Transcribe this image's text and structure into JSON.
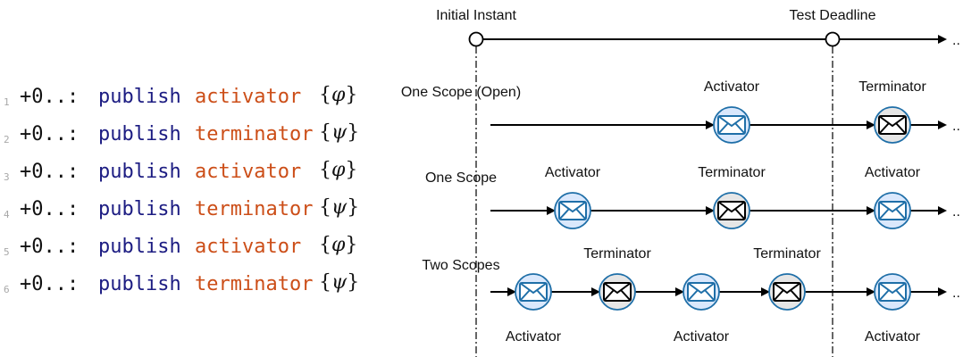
{
  "timeline": {
    "initial_label": "Initial Instant",
    "deadline_label": "Test Deadline"
  },
  "code": {
    "lines": [
      {
        "number": "1",
        "time": "+0..:",
        "keyword": "publish",
        "topic": "activator",
        "formula": "φ"
      },
      {
        "number": "2",
        "time": "+0..:",
        "keyword": "publish",
        "topic": "terminator",
        "formula": "ψ"
      },
      {
        "number": "3",
        "time": "+0..:",
        "keyword": "publish",
        "topic": "activator",
        "formula": "φ"
      },
      {
        "number": "4",
        "time": "+0..:",
        "keyword": "publish",
        "topic": "terminator",
        "formula": "ψ"
      },
      {
        "number": "5",
        "time": "+0..:",
        "keyword": "publish",
        "topic": "activator",
        "formula": "φ"
      },
      {
        "number": "6",
        "time": "+0..:",
        "keyword": "publish",
        "topic": "terminator",
        "formula": "ψ"
      }
    ]
  },
  "rows": [
    {
      "label": "One Scope (Open)",
      "events": [
        {
          "type": "activator",
          "label": "Activator"
        },
        {
          "type": "terminator",
          "label": "Terminator"
        }
      ]
    },
    {
      "label": "One Scope",
      "events": [
        {
          "type": "activator",
          "label": "Activator"
        },
        {
          "type": "terminator",
          "label": "Terminator"
        },
        {
          "type": "activator",
          "label": "Activator"
        }
      ]
    },
    {
      "label": "Two Scopes",
      "events": [
        {
          "type": "activator",
          "label": "Activator"
        },
        {
          "type": "terminator",
          "label": "Terminator"
        },
        {
          "type": "activator",
          "label": "Activator"
        },
        {
          "type": "terminator",
          "label": "Terminator"
        },
        {
          "type": "activator",
          "label": "Activator"
        }
      ]
    }
  ],
  "ellipsis": "..",
  "colors": {
    "activator_fill": "#dae8fc",
    "activator_stroke": "#1f6fa8",
    "terminator_fill": "#e6e6e6",
    "terminator_stroke": "#1f6fa8",
    "line": "#000000"
  },
  "icons": {
    "activator": "envelope-icon",
    "terminator": "envelope-icon"
  }
}
